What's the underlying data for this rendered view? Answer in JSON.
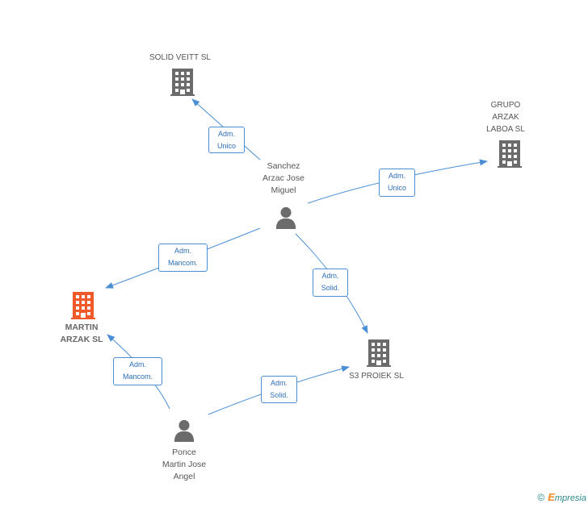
{
  "nodes": {
    "solid_veitt": {
      "label": "SOLID VEITT  SL",
      "type": "company"
    },
    "grupo_arzak": {
      "label_lines": [
        "GRUPO",
        "ARZAK",
        "LABOA SL"
      ],
      "type": "company"
    },
    "sanchez": {
      "label_lines": [
        "Sanchez",
        "Arzac Jose",
        "Miguel"
      ],
      "type": "person"
    },
    "martin_arzak": {
      "label_lines": [
        "MARTIN",
        "ARZAK SL"
      ],
      "type": "company",
      "highlight": true
    },
    "s3_proiek": {
      "label": "S3 PROIEK SL",
      "type": "company"
    },
    "ponce": {
      "label_lines": [
        "Ponce",
        "Martin Jose",
        "Angel"
      ],
      "type": "person"
    }
  },
  "edges": [
    {
      "from": "sanchez",
      "to": "solid_veitt",
      "role_lines": [
        "Adm.",
        "Unico"
      ]
    },
    {
      "from": "sanchez",
      "to": "grupo_arzak",
      "role_lines": [
        "Adm.",
        "Unico"
      ]
    },
    {
      "from": "sanchez",
      "to": "martin_arzak",
      "role_lines": [
        "Adm.",
        "Mancom."
      ]
    },
    {
      "from": "sanchez",
      "to": "s3_proiek",
      "role_lines": [
        "Adm.",
        "Solid."
      ]
    },
    {
      "from": "ponce",
      "to": "martin_arzak",
      "role_lines": [
        "Adm.",
        "Mancom."
      ]
    },
    {
      "from": "ponce",
      "to": "s3_proiek",
      "role_lines": [
        "Adm.",
        "Solid."
      ]
    }
  ],
  "colors": {
    "company_icon": "#6b6b6b",
    "focus_icon": "#f05a2a",
    "person_icon": "#6b6b6b",
    "edge": "#4a8fd6"
  },
  "brand": {
    "copyright": "©",
    "initial": "E",
    "rest": "mpresia"
  }
}
